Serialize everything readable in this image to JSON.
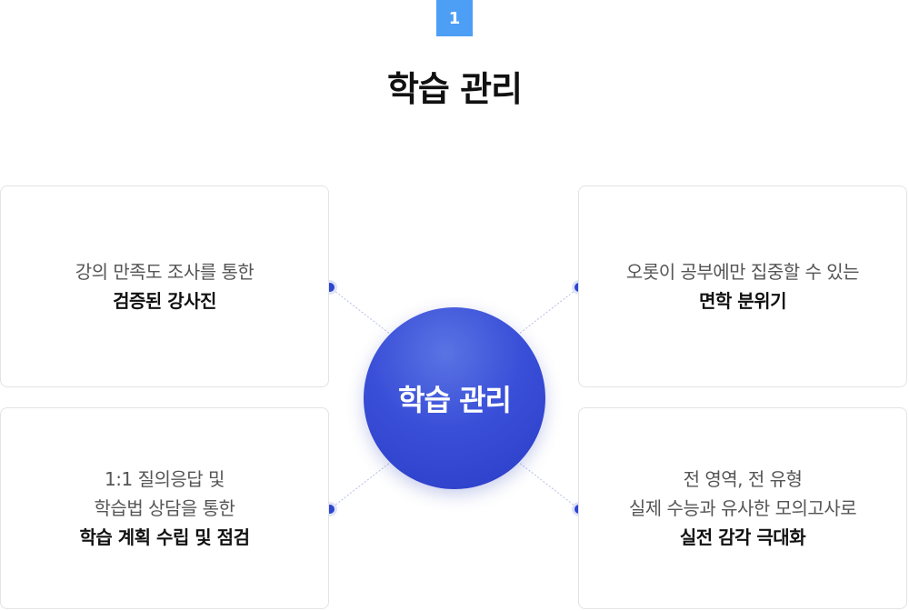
{
  "badge": {
    "number": "1"
  },
  "title": "학습 관리",
  "hub": {
    "label": "학습 관리"
  },
  "cards": {
    "top_left": {
      "line1": "강의 만족도 조사를 통한",
      "emphasis": "검증된 강사진"
    },
    "bottom_left": {
      "line1": "1:1 질의응답 및",
      "line2": "학습법 상담을 통한",
      "emphasis": "학습 계획 수립 및 점검"
    },
    "top_right": {
      "line1": "오롯이 공부에만 집중할 수 있는",
      "emphasis": "면학 분위기"
    },
    "bottom_right": {
      "line1": "전 영역, 전 유형",
      "line2": "실제 수능과 유사한 모의고사로",
      "emphasis": "실전 감각 극대화"
    }
  },
  "colors": {
    "badge": "#4d9ff5",
    "hub": "#3a4fd8",
    "dot": "#2e45d0",
    "card_border": "#e3e3e3"
  }
}
